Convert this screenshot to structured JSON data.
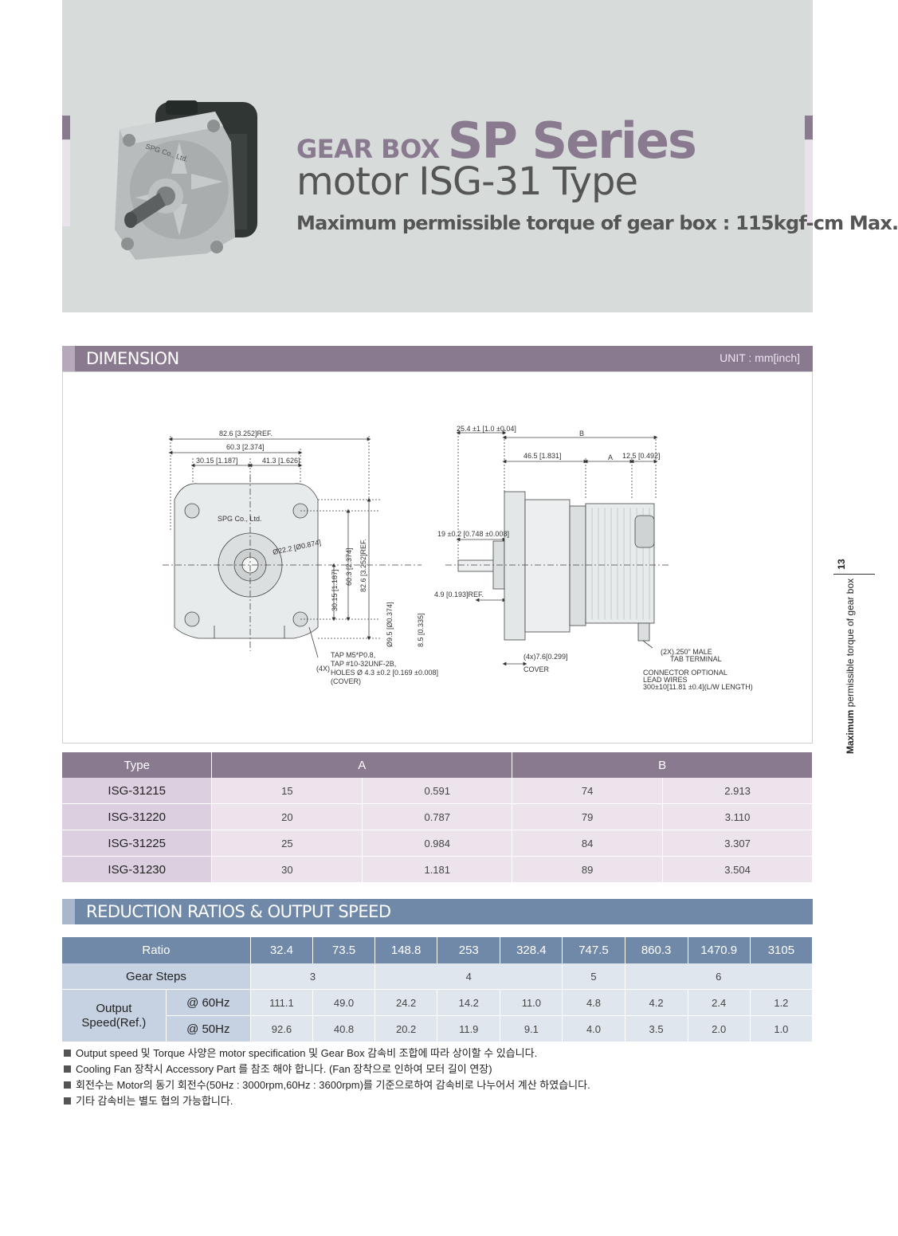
{
  "header": {
    "title_small": "GEAR BOX",
    "title_big": "SP Series",
    "subtitle": "motor  ISG-31 Type",
    "torque_line": "Maximum permissible torque of gear box : 115kgf-cm Max.",
    "motor_label": "SPG Co., Ltd."
  },
  "dimension_section": {
    "title": "DIMENSION",
    "unit": "UNIT : mm[inch]"
  },
  "drawing": {
    "front": {
      "w_total": "82.6 [3.252]REF.",
      "w_holes": "60.3 [2.374]",
      "w_half": "30.15 [1.187]",
      "w_right": "41.3 [1.626]",
      "brand": "SPG Co., Ltd.",
      "dia": "Ø22.2 [Ø0.874]",
      "h_half": "30.15 [1.187]",
      "h_holes": "60.3 [2.374]",
      "h_total": "82.6 [3.252]REF.",
      "tap1": "TAP M5*P0.8,",
      "tap2": "TAP #10-32UNF-2B,",
      "tap3": "HOLES Ø 4.3 ±0.2 [0.169 ±0.008]",
      "tap4": "(COVER)",
      "qty": "(4X)",
      "shaft_dia": "Ø9.5 [Ø0.374]",
      "flat": "8.5 [0.335]"
    },
    "side": {
      "shaft_len": "25.4 ±1 [1.0 ±0.04]",
      "dim_b": "B",
      "body": "46.5 [1.831]",
      "dim_a": "A",
      "end": "12.5 [0.492]",
      "shaft_ext": "19 ±0.2 [0.748 ±0.008]",
      "ref": "4.9 [0.193]REF.",
      "cover_qty": "(4x)7.6[0.299]",
      "cover": "COVER",
      "tab1": "(2X).250\" MALE",
      "tab2": "TAB TERMINAL",
      "conn1": "CONNECTOR OPTIONAL",
      "conn2": "LEAD WIRES",
      "conn3": "300±10[11.81 ±0.4](L/W LENGTH)"
    }
  },
  "dim_table": {
    "headers": [
      "Type",
      "A",
      "B"
    ],
    "rows": [
      {
        "type": "ISG-31215",
        "a_mm": "15",
        "a_in": "0.591",
        "b_mm": "74",
        "b_in": "2.913"
      },
      {
        "type": "ISG-31220",
        "a_mm": "20",
        "a_in": "0.787",
        "b_mm": "79",
        "b_in": "3.110"
      },
      {
        "type": "ISG-31225",
        "a_mm": "25",
        "a_in": "0.984",
        "b_mm": "84",
        "b_in": "3.307"
      },
      {
        "type": "ISG-31230",
        "a_mm": "30",
        "a_in": "1.181",
        "b_mm": "89",
        "b_in": "3.504"
      }
    ]
  },
  "reduction_section": {
    "title": "REDUCTION RATIOS & OUTPUT SPEED"
  },
  "ratio_table": {
    "ratio_label": "Ratio",
    "ratios": [
      "32.4",
      "73.5",
      "148.8",
      "253",
      "328.4",
      "747.5",
      "860.3",
      "1470.9",
      "3105"
    ],
    "gear_steps_label": "Gear Steps",
    "gear_steps": [
      "3",
      "4",
      "5",
      "6"
    ],
    "output_label": "Output Speed(Ref.)",
    "hz60_label": "@ 60Hz",
    "hz60": [
      "111.1",
      "49.0",
      "24.2",
      "14.2",
      "11.0",
      "4.8",
      "4.2",
      "2.4",
      "1.2"
    ],
    "hz50_label": "@ 50Hz",
    "hz50": [
      "92.6",
      "40.8",
      "20.2",
      "11.9",
      "9.1",
      "4.0",
      "3.5",
      "2.0",
      "1.0"
    ]
  },
  "notes": [
    "Output speed 및 Torque 사양은 motor specification 및 Gear Box 감속비 조합에 따라 상이할 수 있습니다.",
    "Cooling Fan 장착시 Accessory Part 를 참조 해야 합니다. (Fan 장착으로 인하여 모터 길이 연장)",
    "회전수는 Motor의 동기 회전수(50Hz : 3000rpm,60Hz : 3600rpm)를 기준으로하여 감속비로 나누어서 계산 하였습니다.",
    "기타 감속비는 별도 협의 가능합니다."
  ],
  "side_tab": {
    "page": "13",
    "bold": "Maximum",
    "rest": " permissible torque of gear box"
  }
}
